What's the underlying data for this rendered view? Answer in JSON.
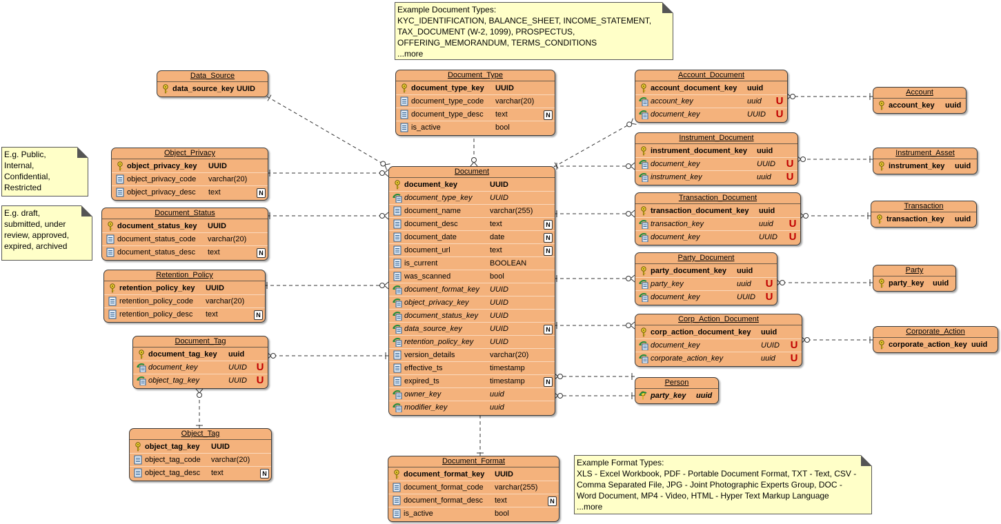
{
  "colors": {
    "entity_fill": "#f4b27c",
    "note_fill": "#ffffc8",
    "unique_flag": "#c00000",
    "line": "#333333"
  },
  "notes": {
    "document_types": "Example Document Types:\nKYC_IDENTIFICATION, BALANCE_SHEET, INCOME_STATEMENT,\nTAX_DOCUMENT (W-2, 1099), PROSPECTUS,\nOFFERING_MEMORANDUM, TERMS_CONDITIONS\n...more",
    "privacy": "E.g. Public,\nInternal,\nConfidential,\nRestricted",
    "status": "E.g. draft,\nsubmitted, under\nreview, approved,\nexpired, archived",
    "format_types": "Example Format Types:\nXLS - Excel Workbook, PDF - Portable Document Format, TXT - Text, CSV -\nComma Separated File, JPG - Joint Photographic Experts Group, DOC -\nWord Document, MP4 - Video, HTML - Hyper Text Markup Language\n...more"
  },
  "entities": {
    "data_source": {
      "name": "Data_Source",
      "columns": [
        {
          "name": "data_source_key",
          "type": "UUID",
          "kind": "pk",
          "icon": "key-icon"
        }
      ]
    },
    "object_privacy": {
      "name": "Object_Privacy",
      "columns": [
        {
          "name": "object_privacy_key",
          "type": "UUID",
          "kind": "pk",
          "icon": "key-icon"
        },
        {
          "name": "object_privacy_code",
          "type": "varchar(20)",
          "kind": "col",
          "icon": "column-icon"
        },
        {
          "name": "object_privacy_desc",
          "type": "text",
          "kind": "col",
          "icon": "column-icon",
          "nullable": "N"
        }
      ]
    },
    "document_status": {
      "name": "Document_Status",
      "columns": [
        {
          "name": "document_status_key",
          "type": "UUID",
          "kind": "pk",
          "icon": "key-icon"
        },
        {
          "name": "document_status_code",
          "type": "varchar(20)",
          "kind": "col",
          "icon": "column-icon"
        },
        {
          "name": "document_status_desc",
          "type": "text",
          "kind": "col",
          "icon": "column-icon",
          "nullable": "N"
        }
      ]
    },
    "retention_policy": {
      "name": "Retention_Policy",
      "columns": [
        {
          "name": "retention_policy_key",
          "type": "UUID",
          "kind": "pk",
          "icon": "key-icon"
        },
        {
          "name": "retention_policy_code",
          "type": "varchar(20)",
          "kind": "col",
          "icon": "column-icon"
        },
        {
          "name": "retention_policy_desc",
          "type": "text",
          "kind": "col",
          "icon": "column-icon",
          "nullable": "N"
        }
      ]
    },
    "document_tag": {
      "name": "Document_Tag",
      "columns": [
        {
          "name": "document_tag_key",
          "type": "uuid",
          "kind": "pk",
          "icon": "key-icon"
        },
        {
          "name": "document_key",
          "type": "UUID",
          "kind": "fk",
          "icon": "foreign-key-icon",
          "unique": "U"
        },
        {
          "name": "object_tag_key",
          "type": "UUID",
          "kind": "fk",
          "icon": "foreign-key-icon",
          "unique": "U"
        }
      ]
    },
    "object_tag": {
      "name": "Object_Tag",
      "columns": [
        {
          "name": "object_tag_key",
          "type": "UUID",
          "kind": "pk",
          "icon": "key-icon"
        },
        {
          "name": "object_tag_code",
          "type": "varchar(20)",
          "kind": "col",
          "icon": "column-icon"
        },
        {
          "name": "object_tag_desc",
          "type": "text",
          "kind": "col",
          "icon": "column-icon",
          "nullable": "N"
        }
      ]
    },
    "document_type": {
      "name": "Document_Type",
      "columns": [
        {
          "name": "document_type_key",
          "type": "UUID",
          "kind": "pk",
          "icon": "key-icon"
        },
        {
          "name": "document_type_code",
          "type": "varchar(20)",
          "kind": "col",
          "icon": "column-icon"
        },
        {
          "name": "document_type_desc",
          "type": "text",
          "kind": "col",
          "icon": "column-icon",
          "nullable": "N"
        },
        {
          "name": "is_active",
          "type": "bool",
          "kind": "col",
          "icon": "column-icon"
        }
      ]
    },
    "document": {
      "name": "Document",
      "columns": [
        {
          "name": "document_key",
          "type": "UUID",
          "kind": "pk",
          "icon": "key-icon"
        },
        {
          "name": "document_type_key",
          "type": "UUID",
          "kind": "fk",
          "icon": "foreign-key-icon"
        },
        {
          "name": "document_name",
          "type": "varchar(255)",
          "kind": "col",
          "icon": "column-icon"
        },
        {
          "name": "document_desc",
          "type": "text",
          "kind": "col",
          "icon": "column-icon",
          "nullable": "N"
        },
        {
          "name": "document_date",
          "type": "date",
          "kind": "col",
          "icon": "column-icon",
          "nullable": "N"
        },
        {
          "name": "document_url",
          "type": "text",
          "kind": "col",
          "icon": "column-icon",
          "nullable": "N"
        },
        {
          "name": "is_current",
          "type": "BOOLEAN",
          "kind": "col",
          "icon": "column-icon"
        },
        {
          "name": "was_scanned",
          "type": "bool",
          "kind": "col",
          "icon": "column-icon"
        },
        {
          "name": "document_format_key",
          "type": "UUID",
          "kind": "fk",
          "icon": "foreign-key-icon"
        },
        {
          "name": "object_privacy_key",
          "type": "UUID",
          "kind": "fk",
          "icon": "foreign-key-icon"
        },
        {
          "name": "document_status_key",
          "type": "UUID",
          "kind": "fk",
          "icon": "foreign-key-icon"
        },
        {
          "name": "data_source_key",
          "type": "UUID",
          "kind": "fk",
          "icon": "foreign-key-icon",
          "nullable": "N"
        },
        {
          "name": "retention_policy_key",
          "type": "UUID",
          "kind": "fk",
          "icon": "foreign-key-icon"
        },
        {
          "name": "version_details",
          "type": "varchar(20)",
          "kind": "col",
          "icon": "column-icon"
        },
        {
          "name": "effective_ts",
          "type": "timestamp",
          "kind": "col",
          "icon": "column-icon"
        },
        {
          "name": "expired_ts",
          "type": "timestamp",
          "kind": "col",
          "icon": "column-icon",
          "nullable": "N"
        },
        {
          "name": "owner_key",
          "type": "uuid",
          "kind": "fk",
          "icon": "foreign-key-icon"
        },
        {
          "name": "modifier_key",
          "type": "uuid",
          "kind": "fk",
          "icon": "foreign-key-icon"
        }
      ]
    },
    "document_format": {
      "name": "Document_Format",
      "columns": [
        {
          "name": "document_format_key",
          "type": "UUID",
          "kind": "pk",
          "icon": "key-icon"
        },
        {
          "name": "document_format_code",
          "type": "varchar(255)",
          "kind": "col",
          "icon": "column-icon"
        },
        {
          "name": "document_format_desc",
          "type": "text",
          "kind": "col",
          "icon": "column-icon",
          "nullable": "N"
        },
        {
          "name": "is_active",
          "type": "bool",
          "kind": "col",
          "icon": "column-icon"
        }
      ]
    },
    "account_document": {
      "name": "Account_Document",
      "columns": [
        {
          "name": "account_document_key",
          "type": "uuid",
          "kind": "pk",
          "icon": "key-icon"
        },
        {
          "name": "account_key",
          "type": "uuid",
          "kind": "fk",
          "icon": "foreign-key-icon",
          "unique": "U"
        },
        {
          "name": "document_key",
          "type": "UUID",
          "kind": "fk",
          "icon": "foreign-key-icon",
          "unique": "U"
        }
      ]
    },
    "account": {
      "name": "Account",
      "columns": [
        {
          "name": "account_key",
          "type": "uuid",
          "kind": "pk",
          "icon": "key-icon"
        }
      ]
    },
    "instrument_document": {
      "name": "Instrument_Document",
      "columns": [
        {
          "name": "instrument_document_key",
          "type": "uuid",
          "kind": "pk",
          "icon": "key-icon"
        },
        {
          "name": "document_key",
          "type": "UUID",
          "kind": "fk",
          "icon": "foreign-key-icon",
          "unique": "U"
        },
        {
          "name": "instrument_key",
          "type": "uuid",
          "kind": "fk",
          "icon": "foreign-key-icon",
          "unique": "U"
        }
      ]
    },
    "instrument_asset": {
      "name": "Instrument_Asset",
      "columns": [
        {
          "name": "instrument_key",
          "type": "uuid",
          "kind": "pk",
          "icon": "key-icon"
        }
      ]
    },
    "transaction_document": {
      "name": "Transaction_Document",
      "columns": [
        {
          "name": "transaction_document_key",
          "type": "uuid",
          "kind": "pk",
          "icon": "key-icon"
        },
        {
          "name": "transaction_key",
          "type": "uuid",
          "kind": "fk",
          "icon": "foreign-key-icon",
          "unique": "U"
        },
        {
          "name": "document_key",
          "type": "UUID",
          "kind": "fk",
          "icon": "foreign-key-icon",
          "unique": "U"
        }
      ]
    },
    "transaction": {
      "name": "Transaction",
      "columns": [
        {
          "name": "transaction_key",
          "type": "uuid",
          "kind": "pk",
          "icon": "key-icon"
        }
      ]
    },
    "party_document": {
      "name": "Party_Document",
      "columns": [
        {
          "name": "party_document_key",
          "type": "uuid",
          "kind": "pk",
          "icon": "key-icon"
        },
        {
          "name": "party_key",
          "type": "uuid",
          "kind": "fk",
          "icon": "foreign-key-icon",
          "unique": "U"
        },
        {
          "name": "document_key",
          "type": "UUID",
          "kind": "fk",
          "icon": "foreign-key-icon",
          "unique": "U"
        }
      ]
    },
    "party": {
      "name": "Party",
      "columns": [
        {
          "name": "party_key",
          "type": "uuid",
          "kind": "pk",
          "icon": "key-icon"
        }
      ]
    },
    "corp_action_document": {
      "name": "Corp_Action_Document",
      "columns": [
        {
          "name": "corp_action_document_key",
          "type": "uuid",
          "kind": "pk",
          "icon": "key-icon"
        },
        {
          "name": "document_key",
          "type": "UUID",
          "kind": "fk",
          "icon": "foreign-key-icon",
          "unique": "U"
        },
        {
          "name": "corporate_action_key",
          "type": "uuid",
          "kind": "fk",
          "icon": "foreign-key-icon",
          "unique": "U"
        }
      ]
    },
    "corporate_action": {
      "name": "Corporate_Action",
      "columns": [
        {
          "name": "corporate_action_key",
          "type": "uuid",
          "kind": "pk",
          "icon": "key-icon"
        }
      ]
    },
    "person": {
      "name": "Person",
      "columns": [
        {
          "name": "party_key",
          "type": "uuid",
          "kind": "pkfk",
          "icon": "primary-foreign-key-icon"
        }
      ]
    }
  },
  "relationships": [
    {
      "from": "data_source",
      "to": "document",
      "cardinality": "one-to-many"
    },
    {
      "from": "object_privacy",
      "to": "document",
      "cardinality": "one-to-many"
    },
    {
      "from": "document_status",
      "to": "document",
      "cardinality": "one-to-many"
    },
    {
      "from": "retention_policy",
      "to": "document",
      "cardinality": "one-to-many"
    },
    {
      "from": "document",
      "to": "document_tag",
      "cardinality": "one-to-many"
    },
    {
      "from": "object_tag",
      "to": "document_tag",
      "cardinality": "one-to-many"
    },
    {
      "from": "document_type",
      "to": "document",
      "cardinality": "one-to-many"
    },
    {
      "from": "document_format",
      "to": "document",
      "cardinality": "one-to-many"
    },
    {
      "from": "document",
      "to": "account_document",
      "cardinality": "one-to-many"
    },
    {
      "from": "account",
      "to": "account_document",
      "cardinality": "one-to-many"
    },
    {
      "from": "document",
      "to": "instrument_document",
      "cardinality": "one-to-many"
    },
    {
      "from": "instrument_asset",
      "to": "instrument_document",
      "cardinality": "one-to-many"
    },
    {
      "from": "document",
      "to": "transaction_document",
      "cardinality": "one-to-many"
    },
    {
      "from": "transaction",
      "to": "transaction_document",
      "cardinality": "one-to-many"
    },
    {
      "from": "document",
      "to": "party_document",
      "cardinality": "one-to-many"
    },
    {
      "from": "party",
      "to": "party_document",
      "cardinality": "one-to-many"
    },
    {
      "from": "document",
      "to": "corp_action_document",
      "cardinality": "one-to-many"
    },
    {
      "from": "corporate_action",
      "to": "corp_action_document",
      "cardinality": "one-to-many"
    },
    {
      "from": "person",
      "to": "document",
      "cardinality": "one-to-many (owner)"
    },
    {
      "from": "person",
      "to": "document",
      "cardinality": "one-to-many (modifier)"
    }
  ]
}
